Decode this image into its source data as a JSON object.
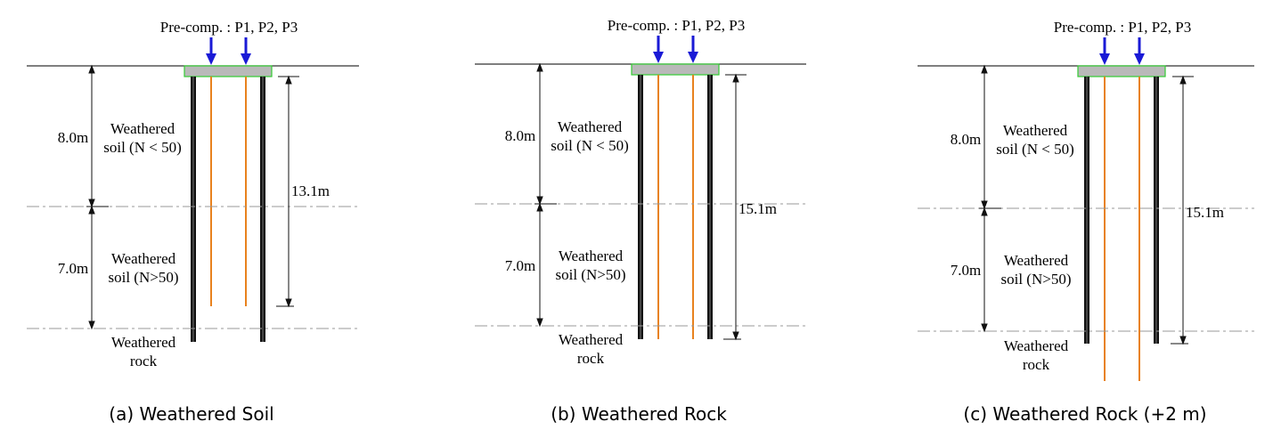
{
  "panels": [
    {
      "caption": "(a) Weathered Soil",
      "load_label": "Pre-comp. : P1, P2, P3",
      "layer1": {
        "thickness": "8.0m",
        "name_line1": "Weathered",
        "name_line2": "soil (N < 50)"
      },
      "layer2": {
        "thickness": "7.0m",
        "name_line1": "Weathered",
        "name_line2": "soil (N>50)"
      },
      "base": {
        "name_line1": "Weathered",
        "name_line2": "rock"
      },
      "pile_length": "13.1m"
    },
    {
      "caption": "(b) Weathered Rock",
      "load_label": "Pre-comp. : P1, P2, P3",
      "layer1": {
        "thickness": "8.0m",
        "name_line1": "Weathered",
        "name_line2": "soil (N < 50)"
      },
      "layer2": {
        "thickness": "7.0m",
        "name_line1": "Weathered",
        "name_line2": "soil (N>50)"
      },
      "base": {
        "name_line1": "Weathered",
        "name_line2": "rock"
      },
      "pile_length": "15.1m"
    },
    {
      "caption": "(c) Weathered Rock (+2 m)",
      "load_label": "Pre-comp. : P1, P2, P3",
      "layer1": {
        "thickness": "8.0m",
        "name_line1": "Weathered",
        "name_line2": "soil (N < 50)"
      },
      "layer2": {
        "thickness": "7.0m",
        "name_line1": "Weathered",
        "name_line2": "soil (N>50)"
      },
      "base": {
        "name_line1": "Weathered",
        "name_line2": "rock"
      },
      "pile_length": "15.1m"
    }
  ],
  "colors": {
    "load_arrow": "#1a1ad6",
    "pile_cap_fill": "#b9b9b9",
    "pile_cap_edge": "#33cc33",
    "pile": "#111111",
    "micropile": "#e8821e",
    "ground": "#333333",
    "layer_boundary": "#9a9a9a"
  }
}
